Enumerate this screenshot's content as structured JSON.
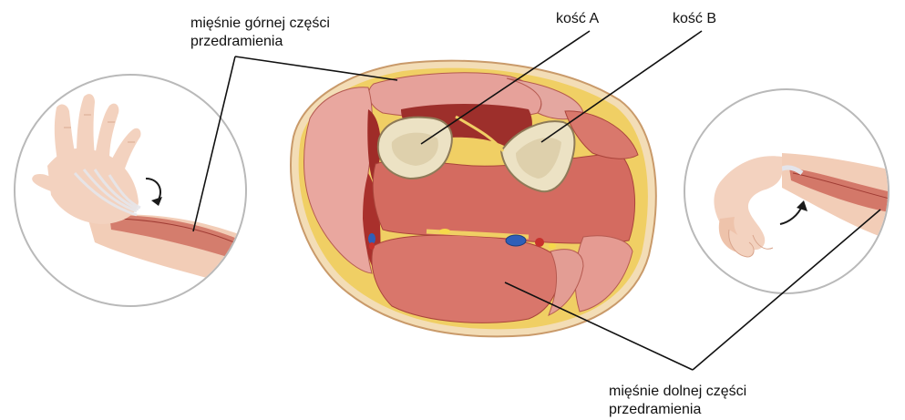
{
  "labels": {
    "upper_muscles": {
      "line1": "mięśnie górnej części",
      "line2": "przedramienia"
    },
    "bone_a": "kość A",
    "bone_b": "kość B",
    "lower_muscles": {
      "line1": "mięśnie dolnej części",
      "line2": "przedramienia"
    }
  },
  "colors": {
    "muscle_light": "#e8a29a",
    "muscle_mid": "#d16e62",
    "muscle_dark": "#a8322e",
    "fat_yellow": "#f1d470",
    "skin": "#f3d2bf",
    "bone": "#efe2c4",
    "vein_blue": "#2f5fb8",
    "artery_red": "#c8302c",
    "leader_line": "#111111",
    "inset_border": "#b9b9b9"
  }
}
